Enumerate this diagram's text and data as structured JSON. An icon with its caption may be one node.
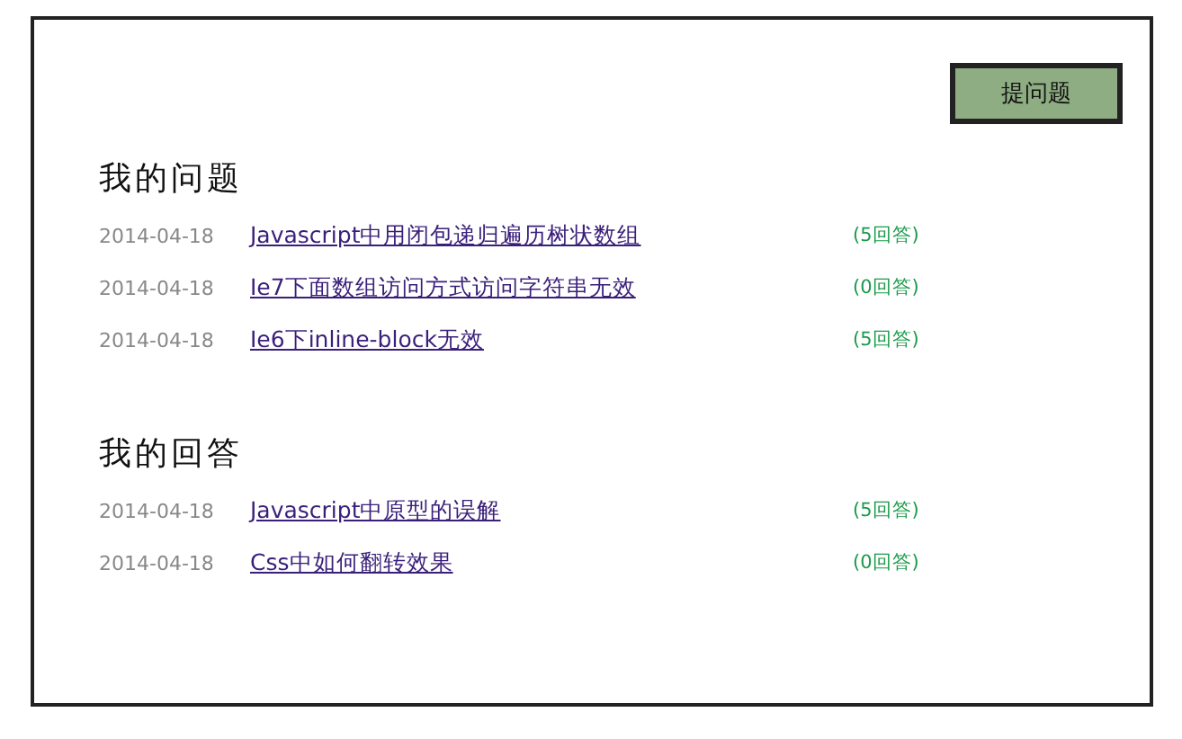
{
  "diagram": {
    "nodes": [
      {
        "text": [
          "提问题"
        ]
      }
    ],
    "labels": [
      "我的问题",
      "2014-04-18",
      "Javascript中用闭包递归遍历树状数组",
      "(5回答)",
      "2014-04-18",
      "Ie7下面数组访问方式访问字符串无效",
      "(0回答)",
      "2014-04-18",
      "Ie6下inline-block无效",
      "(5回答)",
      "我的回答",
      "2014-04-18",
      "Javascript中原型的误解",
      "(5回答)",
      "2014-04-18",
      "Css中如何翻转效果",
      "(0回答)"
    ]
  }
}
